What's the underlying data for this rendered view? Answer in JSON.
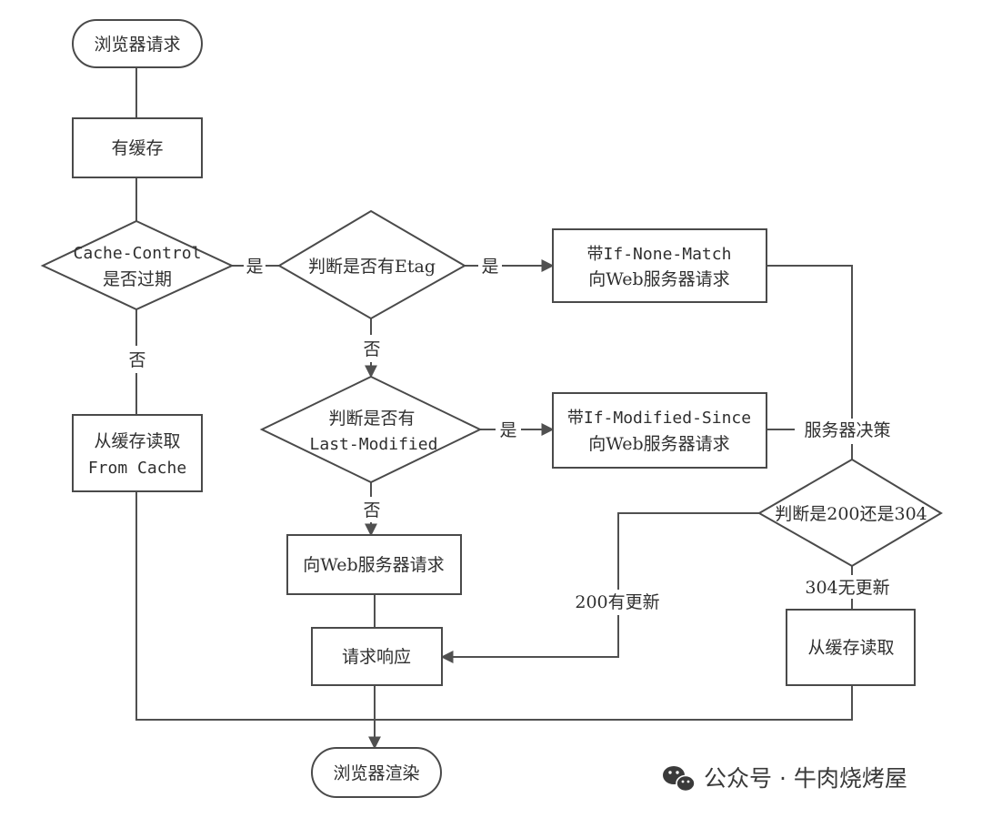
{
  "nodes": {
    "start": "浏览器请求",
    "has_cache": "有缓存",
    "cache_control_line1": "Cache-Control",
    "cache_control_line2": "是否过期",
    "has_etag": "判断是否有Etag",
    "if_none_match_line1": "带If-None-Match",
    "if_none_match_line2": "向Web服务器请求",
    "last_modified_line1": "判断是否有",
    "last_modified_line2": "Last-Modified",
    "if_modified_since_line1": "带If-Modified-Since",
    "if_modified_since_line2": "向Web服务器请求",
    "read_cache_line1": "从缓存读取",
    "read_cache_line2": "From Cache",
    "web_request": "向Web服务器请求",
    "response": "请求响应",
    "check_status": "判断是200还是304",
    "read_cache_304": "从缓存读取",
    "render": "浏览器渲染"
  },
  "edges": {
    "cc_yes": "是",
    "cc_no": "否",
    "etag_yes": "是",
    "etag_no": "否",
    "lm_yes": "是",
    "lm_no": "否",
    "server_decision": "服务器决策",
    "status_200": "200有更新",
    "status_304": "304无更新"
  },
  "watermark": {
    "icon": "wechat-icon",
    "text": "公众号 · 牛肉烧烤屋"
  }
}
